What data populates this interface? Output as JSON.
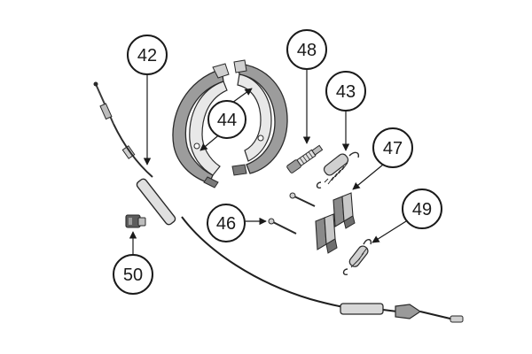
{
  "diagram": {
    "type": "exploded-parts-diagram",
    "colors": {
      "line": "#1a1a1a",
      "part_fill": "#e6e6e6",
      "part_dark": "#7a7a7a",
      "lining": "#9c9c9c",
      "background": "#ffffff"
    },
    "callouts": [
      {
        "id": "c42",
        "label": "42"
      },
      {
        "id": "c44",
        "label": "44"
      },
      {
        "id": "c48",
        "label": "48"
      },
      {
        "id": "c43",
        "label": "43"
      },
      {
        "id": "c47",
        "label": "47"
      },
      {
        "id": "c46",
        "label": "46"
      },
      {
        "id": "c49",
        "label": "49"
      },
      {
        "id": "c50",
        "label": "50"
      }
    ],
    "parts": [
      {
        "name": "parking-brake-cable",
        "callout": "42"
      },
      {
        "name": "brake-shoes",
        "callout": "44"
      },
      {
        "name": "adjuster",
        "callout": "48"
      },
      {
        "name": "spring",
        "callout": "43"
      },
      {
        "name": "shoe-hold-down-clips",
        "callout": "47"
      },
      {
        "name": "hold-down-pin",
        "callout": "46"
      },
      {
        "name": "spring",
        "callout": "49"
      },
      {
        "name": "cable-clip",
        "callout": "50"
      }
    ]
  }
}
